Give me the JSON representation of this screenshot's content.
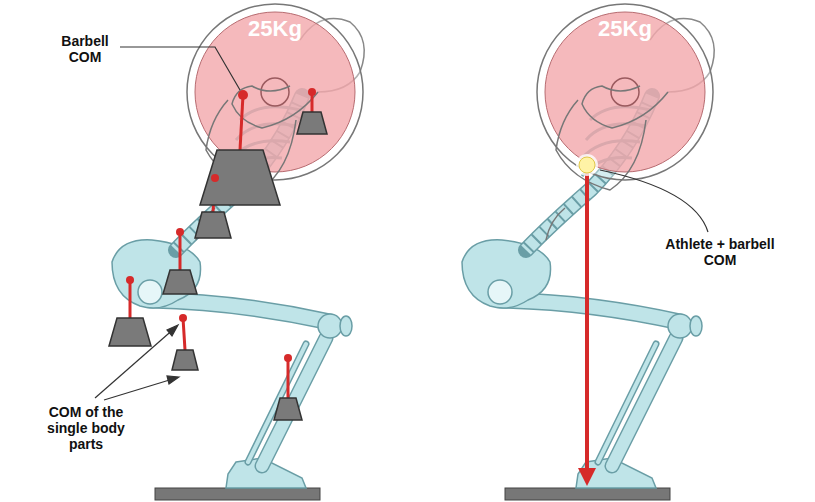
{
  "diagram": {
    "labels": [
      "Barbell COM",
      "25Kg",
      "COM of the single body parts",
      "25Kg",
      "Athlete + barbell COM"
    ]
  }
}
